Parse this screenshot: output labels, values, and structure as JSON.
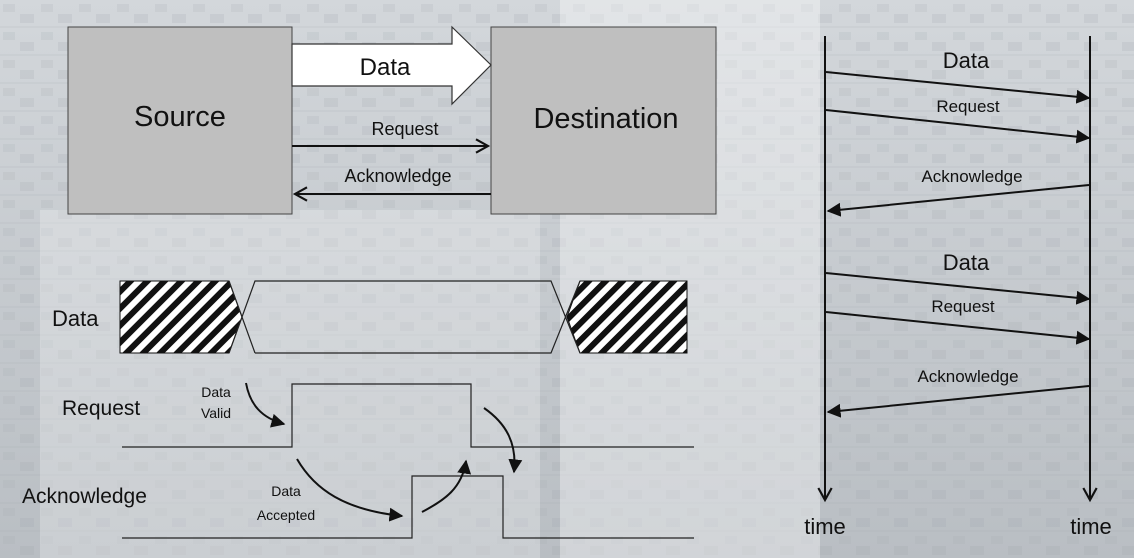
{
  "handshake_block": {
    "source_label": "Source",
    "destination_label": "Destination",
    "data_label": "Data",
    "request_label": "Request",
    "acknowledge_label": "Acknowledge"
  },
  "timing_diagram": {
    "data_label": "Data",
    "request_label": "Request",
    "acknowledge_label": "Acknowledge",
    "data_valid_line1": "Data",
    "data_valid_line2": "Valid",
    "data_accepted_line1": "Data",
    "data_accepted_line2": "Accepted"
  },
  "sequence_diagram": {
    "messages": [
      {
        "label": "Data",
        "direction": "right"
      },
      {
        "label": "Request",
        "direction": "right"
      },
      {
        "label": "Acknowledge",
        "direction": "left"
      },
      {
        "label": "Data",
        "direction": "right"
      },
      {
        "label": "Request",
        "direction": "right"
      },
      {
        "label": "Acknowledge",
        "direction": "left"
      }
    ],
    "time_left_label": "time",
    "time_right_label": "time"
  },
  "colors": {
    "box_fill": "#bfbfbf",
    "line": "#111111",
    "background_photo": "#c8ced3"
  }
}
